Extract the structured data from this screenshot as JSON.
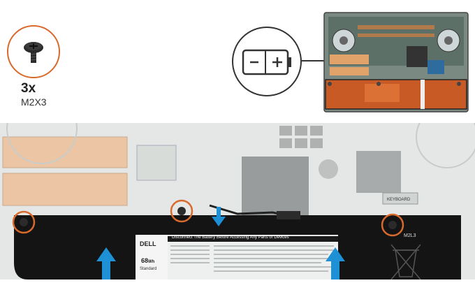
{
  "callout": {
    "quantity": "3x",
    "screw_size": "M2X3"
  },
  "battery_label": {
    "brand": "DELL",
    "capacity": "68",
    "unit": "Wh",
    "type": "Standard",
    "warning": "Disconnect The Battery Before Accessing Any Parts or Devices"
  },
  "board_labels": {
    "keyboard": "KEYBOARD",
    "m2l3": "M2L3"
  },
  "colors": {
    "accent": "#d86a2b",
    "arrow": "#1e90d6",
    "battery": "#111111",
    "copper": "#e8b48a"
  }
}
